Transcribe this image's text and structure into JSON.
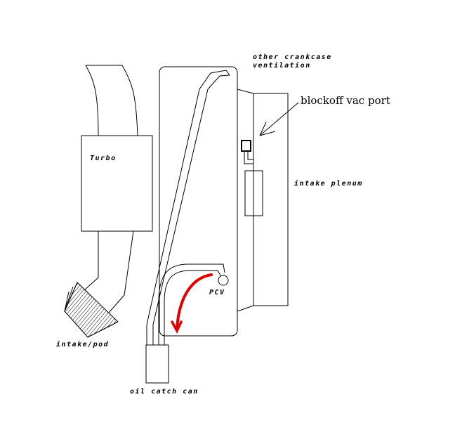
{
  "labels": {
    "other_crankcase_line1": "other crankcase",
    "other_crankcase_line2": "ventilation",
    "blockoff": "blockoff vac port",
    "intake_plenum": "intake plenum",
    "turbo": "Turbo",
    "pcv": "PCV",
    "intake_pod": "intake/pod",
    "oil_catch_can": "oil catch can"
  },
  "colors": {
    "flow_arrow": "#e00000",
    "line": "#000000"
  }
}
